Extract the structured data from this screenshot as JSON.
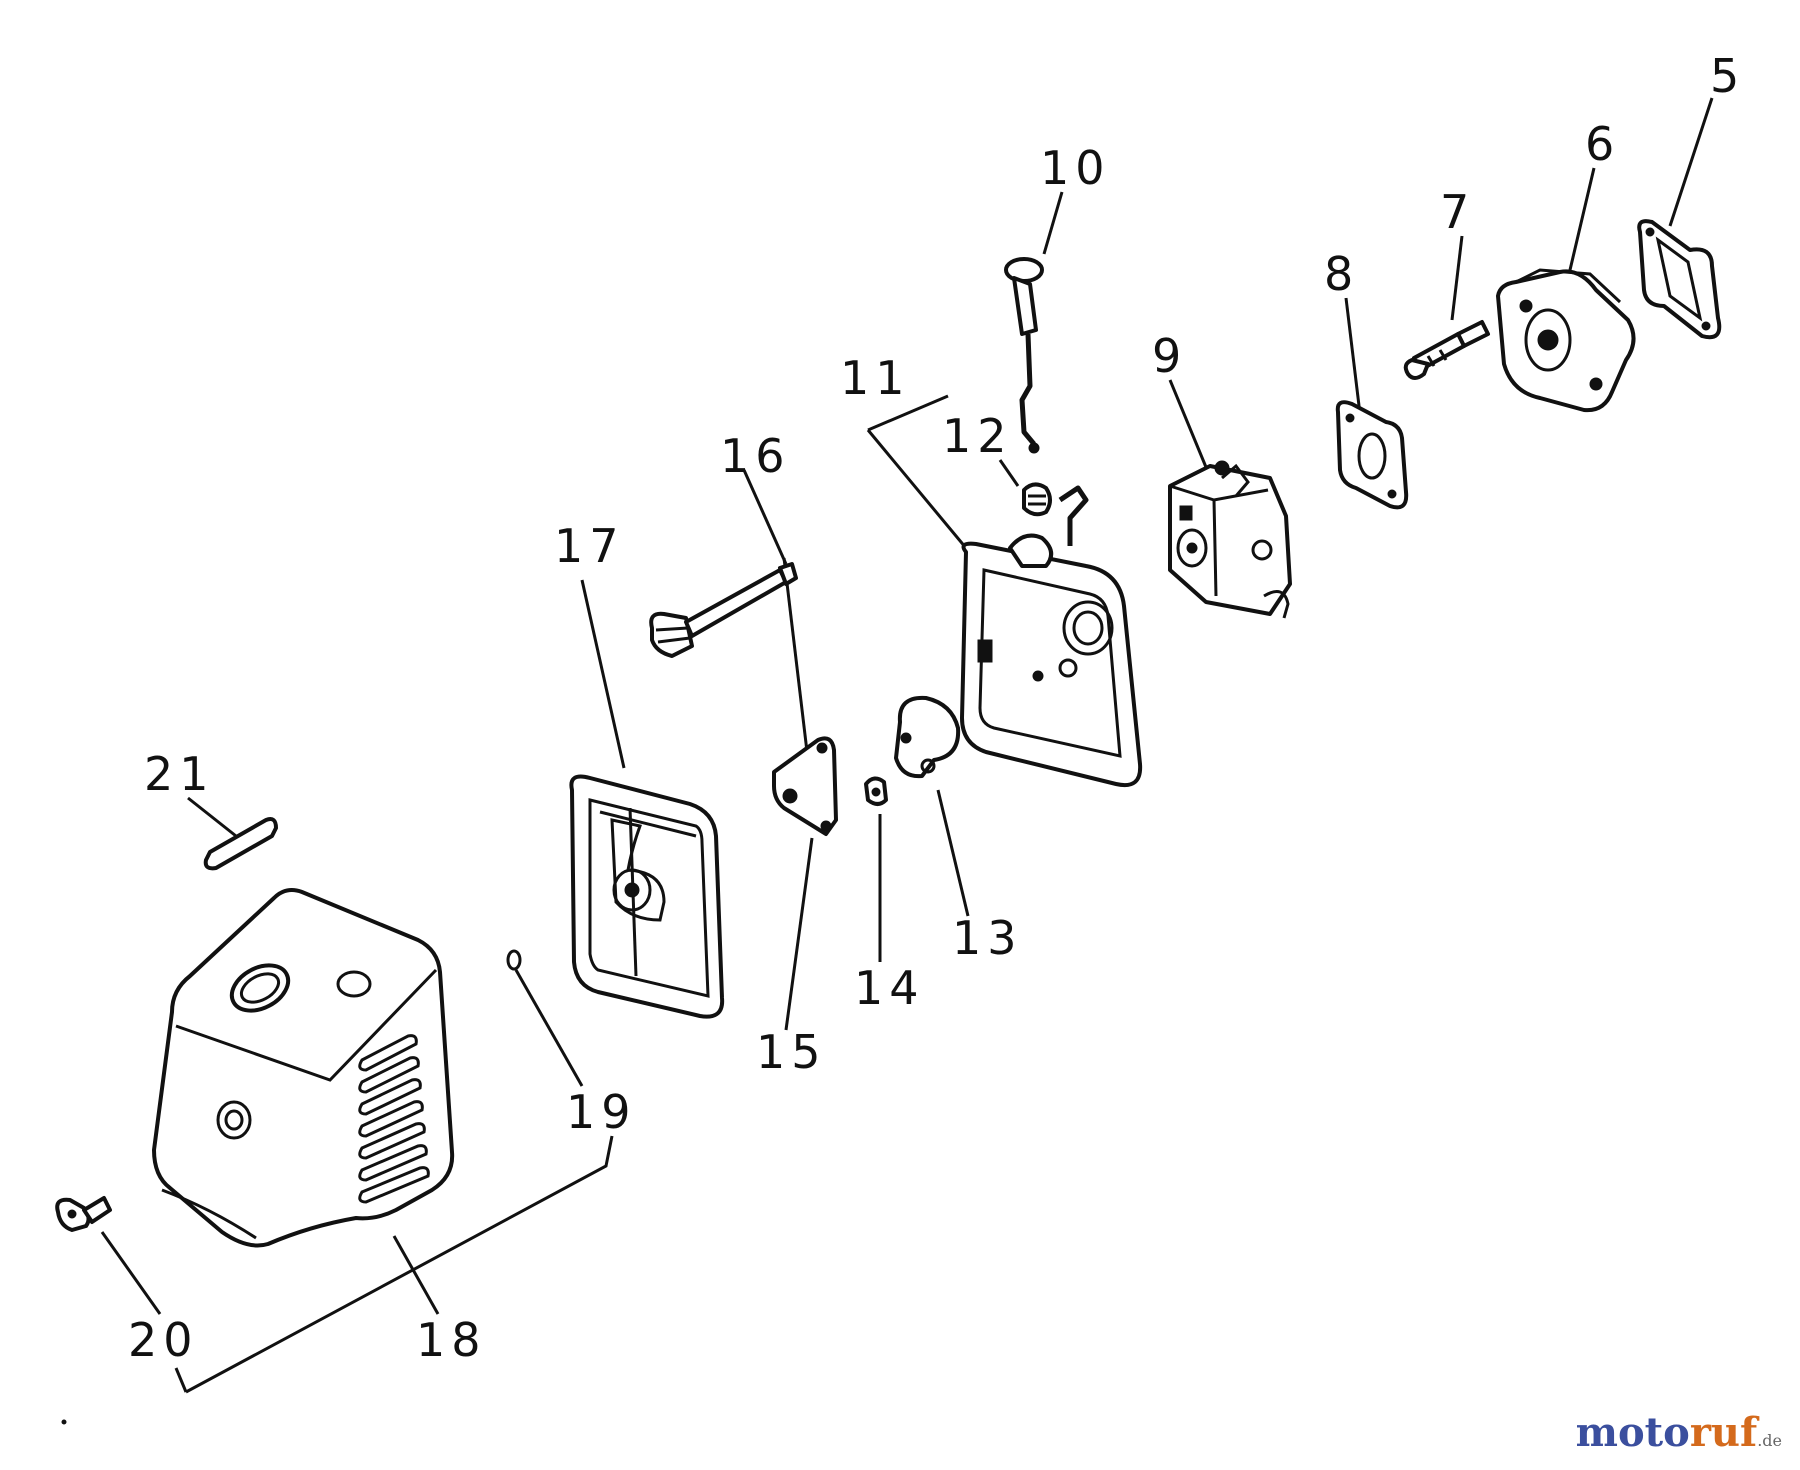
{
  "diagram": {
    "labels": {
      "p5": "5",
      "p6": "6",
      "p7": "7",
      "p8": "8",
      "p9": "9",
      "p10": "10",
      "p11": "11",
      "p12": "12",
      "p13": "13",
      "p14": "14",
      "p15": "15",
      "p16": "16",
      "p17": "17",
      "p18": "18",
      "p19": "19",
      "p20": "20",
      "p21": "21"
    }
  },
  "watermark": {
    "part1": "moto",
    "part2": "ruf",
    "suffix": ".de"
  }
}
